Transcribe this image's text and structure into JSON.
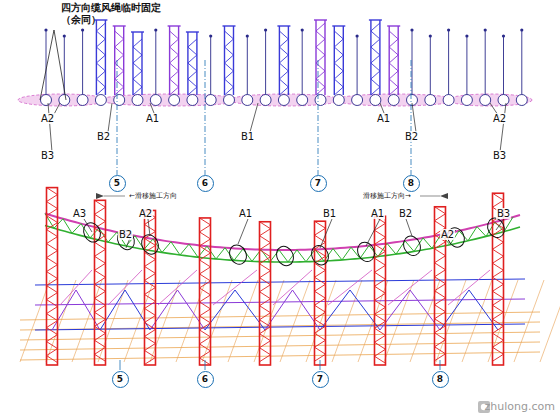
{
  "diagram": {
    "nodes": [
      {
        "text": [
          "5"
        ]
      },
      {
        "text": [
          "6"
        ]
      },
      {
        "text": [
          "7"
        ]
      },
      {
        "text": [
          "8"
        ]
      },
      {
        "text": [
          "5"
        ]
      },
      {
        "text": [
          "6"
        ]
      },
      {
        "text": [
          "7"
        ]
      },
      {
        "text": [
          "8"
        ]
      }
    ],
    "edges": [],
    "labels": [
      "四方向缆风绳临时固定（余同）",
      "A2",
      "B3",
      "B2",
      "A1",
      "B1",
      "A1",
      "B2",
      "A2",
      "B3",
      "←滑移施工方向",
      "滑移施工方向→",
      "A3",
      "B2",
      "A2",
      "A1",
      "B1",
      "A1",
      "B2",
      "A2",
      "B3",
      "zhulong.com"
    ]
  }
}
